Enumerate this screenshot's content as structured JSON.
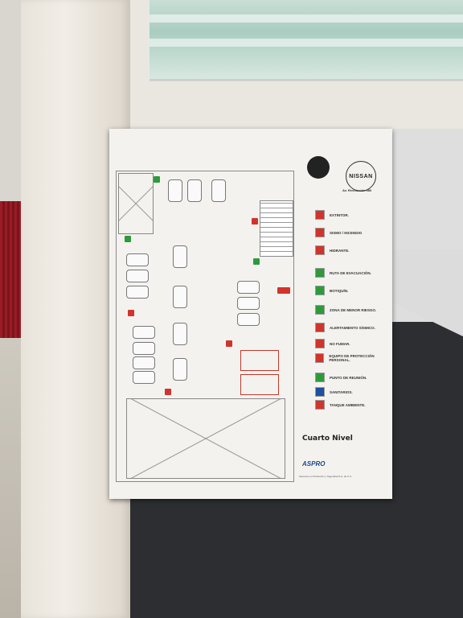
{
  "sign": {
    "brand": "NISSAN",
    "location_subtitle": "Av. Revolución 380",
    "level_title": "Cuarto Nivel",
    "maker": "ASPRO",
    "maker_subtitle": "Asesores en Protección y Seguridad S.A. de C.V."
  },
  "legend": [
    {
      "label": "EXTINTOR.",
      "color": "#d0342c"
    },
    {
      "label": "SISMO / INCENDIO",
      "color": "#d0342c"
    },
    {
      "label": "HIDRANTE.",
      "color": "#d0342c"
    },
    {
      "label": "RUTA DE EVACUACIÓN.",
      "color": "#2e9a3c"
    },
    {
      "label": "BOTIQUÍN.",
      "color": "#2e9a3c"
    },
    {
      "label": "ZONA DE MENOR RIESGO.",
      "color": "#2e9a3c"
    },
    {
      "label": "ALERTAMIENTO SÍSMICO.",
      "color": "#d0342c"
    },
    {
      "label": "NO FUMAR.",
      "color": "#d0342c"
    },
    {
      "label": "EQUIPO DE PROTECCIÓN PERSONAL.",
      "color": "#d0342c"
    },
    {
      "label": "PUNTO DE REUNIÓN.",
      "color": "#2e9a3c"
    },
    {
      "label": "SANITARIOS.",
      "color": "#1f4f9e"
    },
    {
      "label": "TANQUE AMBIENTE.",
      "color": "#d0342c"
    }
  ]
}
